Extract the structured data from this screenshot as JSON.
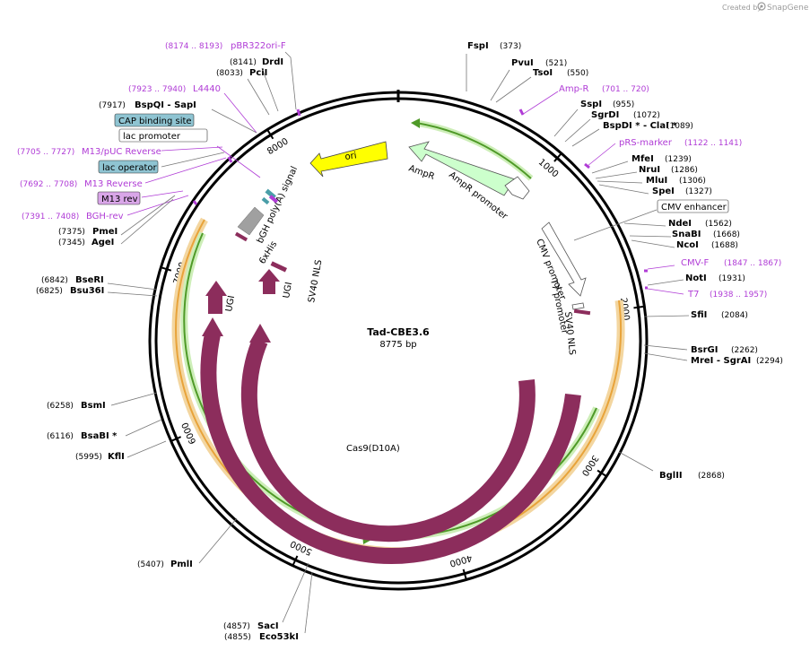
{
  "credit": {
    "prefix": "Created by",
    "brand": "SnapGene"
  },
  "plasmid": {
    "name": "Tad-CBE3.6",
    "length_label": "8775 bp",
    "length": 8775
  },
  "colors": {
    "cas9": "#8c2d5c",
    "ugi": "#8c2d5c",
    "nls": "#8c2d5c",
    "ori": "#ffff00",
    "ampr": "#ccffcc",
    "orf_orange": "#e8a33a",
    "orf_green": "#5aa830",
    "primer": "#b03cd6",
    "polyA": "#a0a0a0",
    "his": "#8c2d5c",
    "cap_box": "#8fc4d2",
    "m13_box": "#d9a6e8"
  },
  "ticks": [
    {
      "label": "1000",
      "bp": 1000
    },
    {
      "label": "2000",
      "bp": 2000
    },
    {
      "label": "3000",
      "bp": 3000
    },
    {
      "label": "4000",
      "bp": 4000
    },
    {
      "label": "5000",
      "bp": 5000
    },
    {
      "label": "6000",
      "bp": 6000
    },
    {
      "label": "7000",
      "bp": 7000
    },
    {
      "label": "8000",
      "bp": 8000
    }
  ],
  "sites_right": [
    {
      "name": "FspI",
      "pos": "(373)"
    },
    {
      "name": "PvuI",
      "pos": "(521)"
    },
    {
      "name": "TsoI",
      "pos": "(550)"
    },
    {
      "name": "SspI",
      "pos": "(955)"
    },
    {
      "name": "SgrDI",
      "pos": "(1072)"
    },
    {
      "name": "BspDI *  - ClaI *",
      "pos": "(1089)"
    },
    {
      "name": "MfeI",
      "pos": "(1239)"
    },
    {
      "name": "NruI",
      "pos": "(1286)"
    },
    {
      "name": "MluI",
      "pos": "(1306)"
    },
    {
      "name": "SpeI",
      "pos": "(1327)"
    },
    {
      "name": "NdeI",
      "pos": "(1562)"
    },
    {
      "name": "SnaBI",
      "pos": "(1668)"
    },
    {
      "name": "NcoI",
      "pos": "(1688)"
    },
    {
      "name": "NotI",
      "pos": "(1931)"
    },
    {
      "name": "SfiI",
      "pos": "(2084)"
    },
    {
      "name": "BsrGI",
      "pos": "(2262)"
    },
    {
      "name": "MreI  - SgrAI",
      "pos": "(2294)"
    },
    {
      "name": "BglII",
      "pos": "(2868)"
    }
  ],
  "sites_left": [
    {
      "name": "DrdI",
      "pos": "(8141)"
    },
    {
      "name": "PciI",
      "pos": "(8033)"
    },
    {
      "name": "BspQI  - SapI",
      "pos": "(7917)"
    },
    {
      "name": "PmeI",
      "pos": "(7375)"
    },
    {
      "name": "AgeI",
      "pos": "(7345)"
    },
    {
      "name": "BseRI",
      "pos": "(6842)"
    },
    {
      "name": "Bsu36I",
      "pos": "(6825)"
    },
    {
      "name": "BsmI",
      "pos": "(6258)"
    },
    {
      "name": "BsaBI *",
      "pos": "(6116)"
    },
    {
      "name": "KflI",
      "pos": "(5995)"
    },
    {
      "name": "PmlI",
      "pos": "(5407)"
    },
    {
      "name": "SacI",
      "pos": "(4857)"
    },
    {
      "name": "Eco53kI",
      "pos": "(4855)"
    }
  ],
  "primers_right": [
    {
      "name": "Amp-R",
      "pos": "(701 .. 720)"
    },
    {
      "name": "pRS-marker",
      "pos": "(1122 .. 1141)"
    },
    {
      "name": "CMV-F",
      "pos": "(1847 .. 1867)"
    },
    {
      "name": "T7",
      "pos": "(1938 .. 1957)"
    }
  ],
  "primers_left": [
    {
      "name": "pBR322ori-F",
      "pos": "(8174 .. 8193)"
    },
    {
      "name": "L4440",
      "pos": "(7923 .. 7940)"
    },
    {
      "name": "M13/pUC Reverse",
      "pos": "(7705 .. 7727)"
    },
    {
      "name": "M13 Reverse",
      "pos": "(7692 .. 7708)"
    },
    {
      "name": "BGH-rev",
      "pos": "(7391 .. 7408)"
    }
  ],
  "boxed_features": {
    "cap": "CAP binding site",
    "lac_promoter": "lac promoter",
    "lac_operator": "lac operator",
    "m13_rev": "M13 rev",
    "cmv_enhancer": "CMV enhancer"
  },
  "features": {
    "ori": "ori",
    "ampr": "AmpR",
    "ampr_promoter": "AmpR promoter",
    "cmv_promoter": "CMV promoter",
    "t7_promoter": "T7 promoter",
    "sv40_nls_right": "SV40 NLS",
    "bgh": "bGH poly(A) signal",
    "his": "6xHis",
    "ugi_outer": "UGI",
    "ugi_inner": "UGI",
    "sv40_nls_left": "SV40 NLS",
    "cas9_inner": "Cas9(D10A)",
    "cas9_outer": "Cas9"
  }
}
